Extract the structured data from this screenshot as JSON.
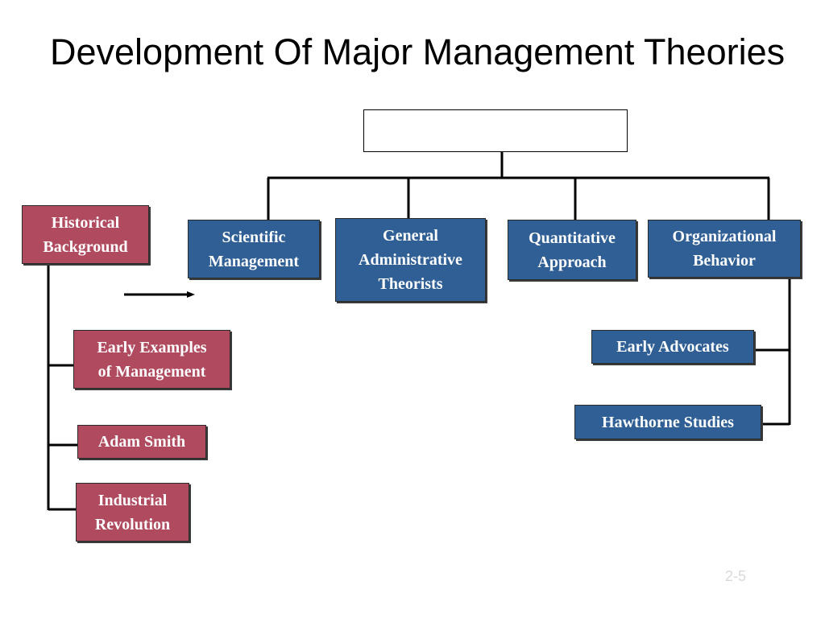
{
  "slide": {
    "title": "Development Of Major Management Theories",
    "page_number": "2-5"
  },
  "colors": {
    "historical_box": "#b04a5f",
    "modern_box": "#2f5f95",
    "connector": "#000000"
  },
  "diagram": {
    "root_box_label": "",
    "historical": {
      "heading": "Historical\nBackground",
      "items": [
        "Early Examples\nof Management",
        "Adam Smith",
        "Industrial\nRevolution"
      ]
    },
    "approaches": [
      "Scientific\nManagement",
      "General\nAdministrative\nTheorists",
      "Quantitative\nApproach",
      "Organizational\nBehavior"
    ],
    "organizational_behavior_items": [
      "Early Advocates",
      "Hawthorne Studies"
    ]
  }
}
